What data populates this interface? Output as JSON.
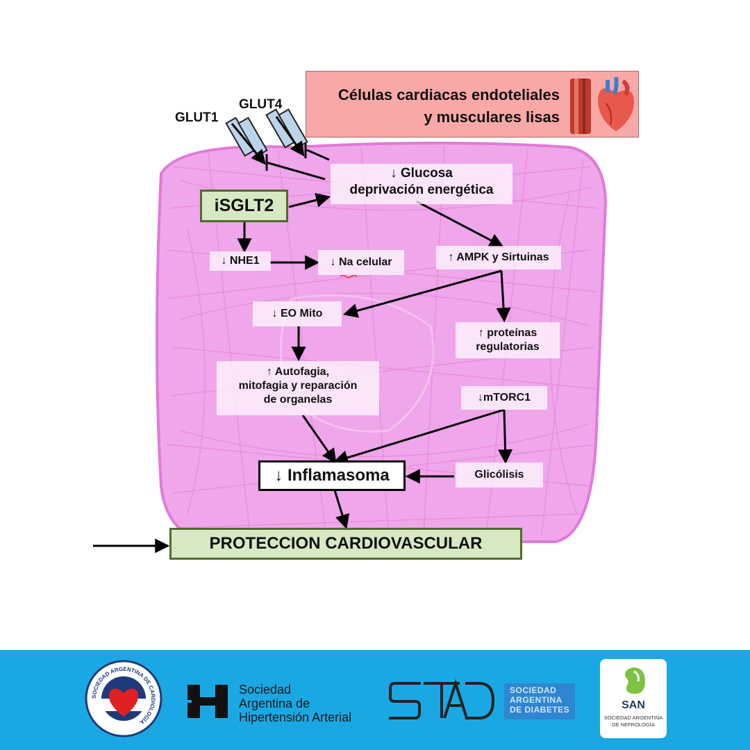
{
  "header": {
    "title_line1": "Células cardiacas endoteliales",
    "title_line2": "y musculares lisas"
  },
  "transporters": {
    "glut1": "GLUT1",
    "glut4": "GLUT4"
  },
  "nodes": {
    "glucosa_line1": "↓  Glucosa",
    "glucosa_line2": "deprivación energética",
    "isglt2": "iSGLT2",
    "nhe1": "↓  NHE1",
    "na_celular": "↓  Na celular",
    "ampk": "↑ AMPK y Sirtuinas",
    "eo_mito": "↓  EO Mito",
    "proteinas_line1": "↑ proteínas",
    "proteinas_line2": "regulatorias",
    "autofagia_line1": "↑ Autofagia,",
    "autofagia_line2": "mitofagia y reparación",
    "autofagia_line3": "de organelas",
    "mtorc1": "↓mTORC1",
    "inflamasoma": "↓ Inflamasoma",
    "glicolisis": "Glicólisis",
    "proteccion": "PROTECCION CARDIOVASCULAR"
  },
  "footer": {
    "sac_name": "SOCIEDAD ARGENTINA DE CARDIOLOGÍA",
    "sah_line1": "Sociedad",
    "sah_line2": "Argentina de",
    "sah_line3": "Hipertensión Arterial",
    "sad_line1": "SOCIEDAD",
    "sad_line2": "ARGENTINA",
    "sad_line3": "DE DIABETES",
    "san_abbr": "SAN",
    "san_line1": "SOCIEDAD ARGENTINA",
    "san_line2": "DE NEFROLOGÍA"
  },
  "colors": {
    "cell_fill": "#f0a6ea",
    "header_fill": "#f9a8a8",
    "green_fill": "#d7e9c3",
    "footer_blue": "#1aa8e4"
  }
}
